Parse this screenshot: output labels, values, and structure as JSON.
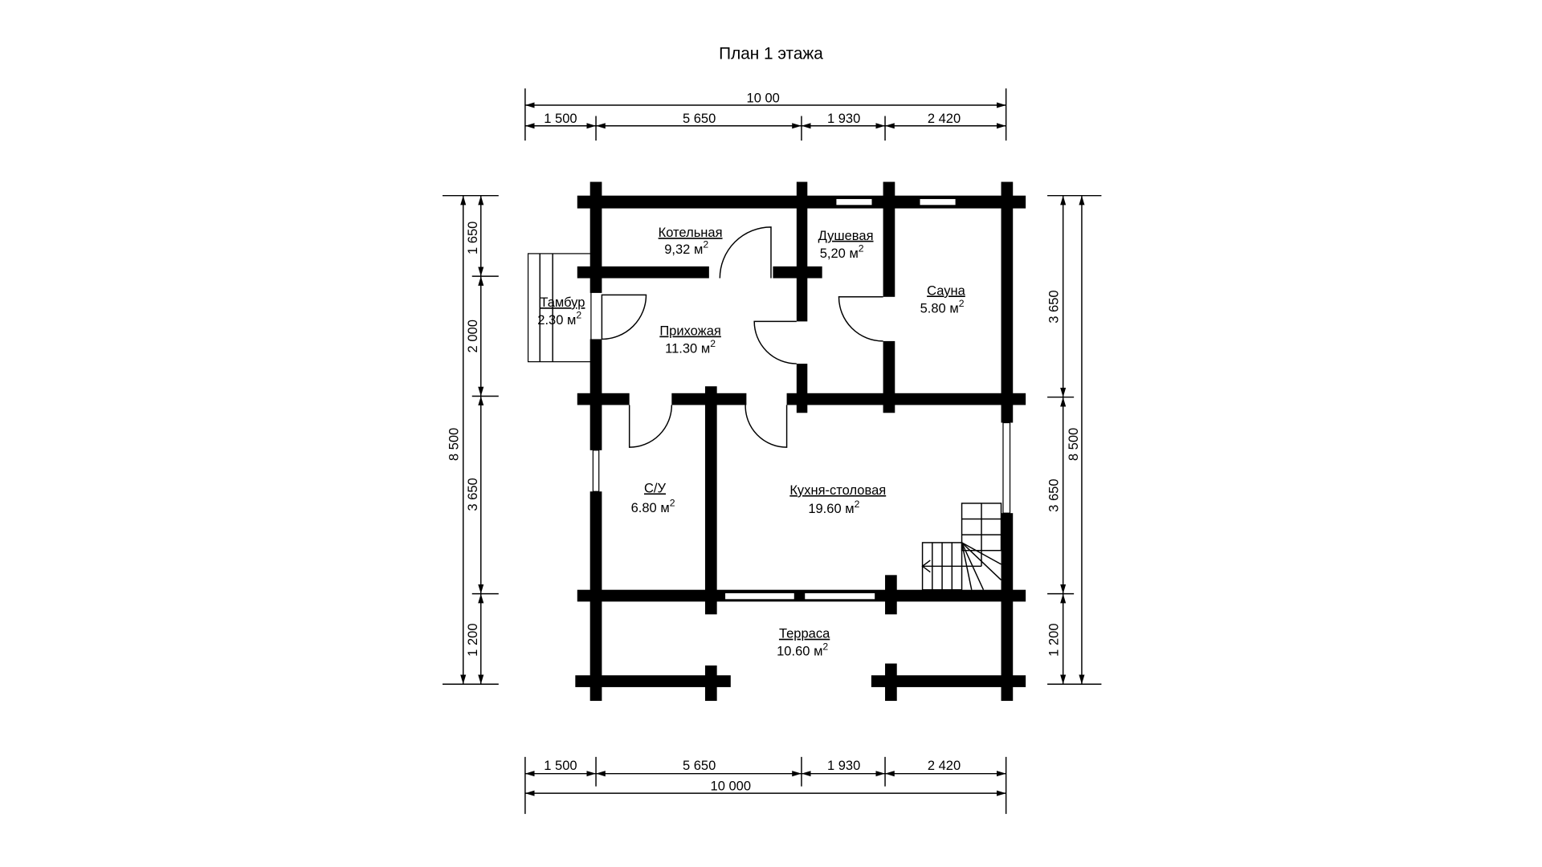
{
  "title": "План 1 этажа",
  "dimensions": {
    "top_total": "10 00",
    "top": [
      "1 500",
      "5 650",
      "1 930",
      "2 420"
    ],
    "bottom": [
      "1 500",
      "5 650",
      "1 930",
      "2 420"
    ],
    "bottom_total": "10 000",
    "left_total": "8 500",
    "left": [
      "1 650",
      "2 000",
      "3 650",
      "1 200"
    ],
    "right": [
      "3 650",
      "3 650",
      "1 200"
    ],
    "right_total": "8 500"
  },
  "area_unit": "м",
  "area_exp": "2",
  "rooms": [
    {
      "name": "Котельная",
      "area": "9,32"
    },
    {
      "name": "Душевая",
      "area": "5,20"
    },
    {
      "name": "Сауна",
      "area": "5.80"
    },
    {
      "name": "Тамбур",
      "area": "2.30"
    },
    {
      "name": "Прихожая",
      "area": "11.30"
    },
    {
      "name": "С/У",
      "area": "6.80"
    },
    {
      "name": "Кухня-столовая",
      "area": "19.60"
    },
    {
      "name": "Терраса",
      "area": "10.60"
    }
  ]
}
